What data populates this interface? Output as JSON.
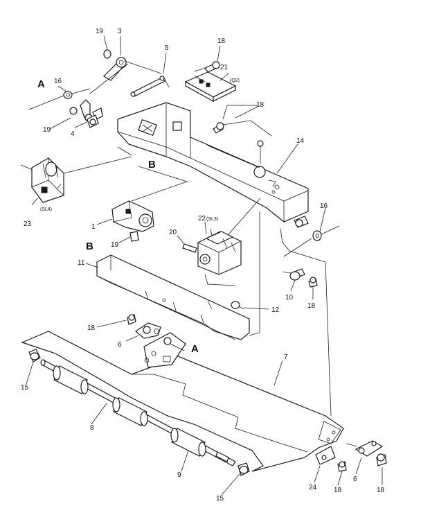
{
  "callouts": {
    "c3": "3",
    "c5": "5",
    "c19a": "19",
    "c16a": "16",
    "c19b": "19",
    "c4": "4",
    "c18a": "18",
    "c21": "21",
    "c18b": "18",
    "c14": "14",
    "c23": "23",
    "c1": "1",
    "c19c": "19",
    "c22": "22",
    "c20": "20",
    "c16b": "16",
    "c11": "11",
    "c10": "10",
    "c18c": "18",
    "c12": "12",
    "c18d": "18",
    "c6a": "6",
    "c7": "7",
    "c15a": "15",
    "c8": "8",
    "c9": "9",
    "c15b": "15",
    "c24": "24",
    "c18e": "18",
    "c6b": "6",
    "c18f": "18"
  },
  "codes": {
    "q2": "(Q2)",
    "sl4": "(SL4)",
    "sl3": "(SL3)"
  },
  "refs": {
    "a1": "A",
    "a2": "A",
    "b1": "B",
    "b2": "B"
  }
}
